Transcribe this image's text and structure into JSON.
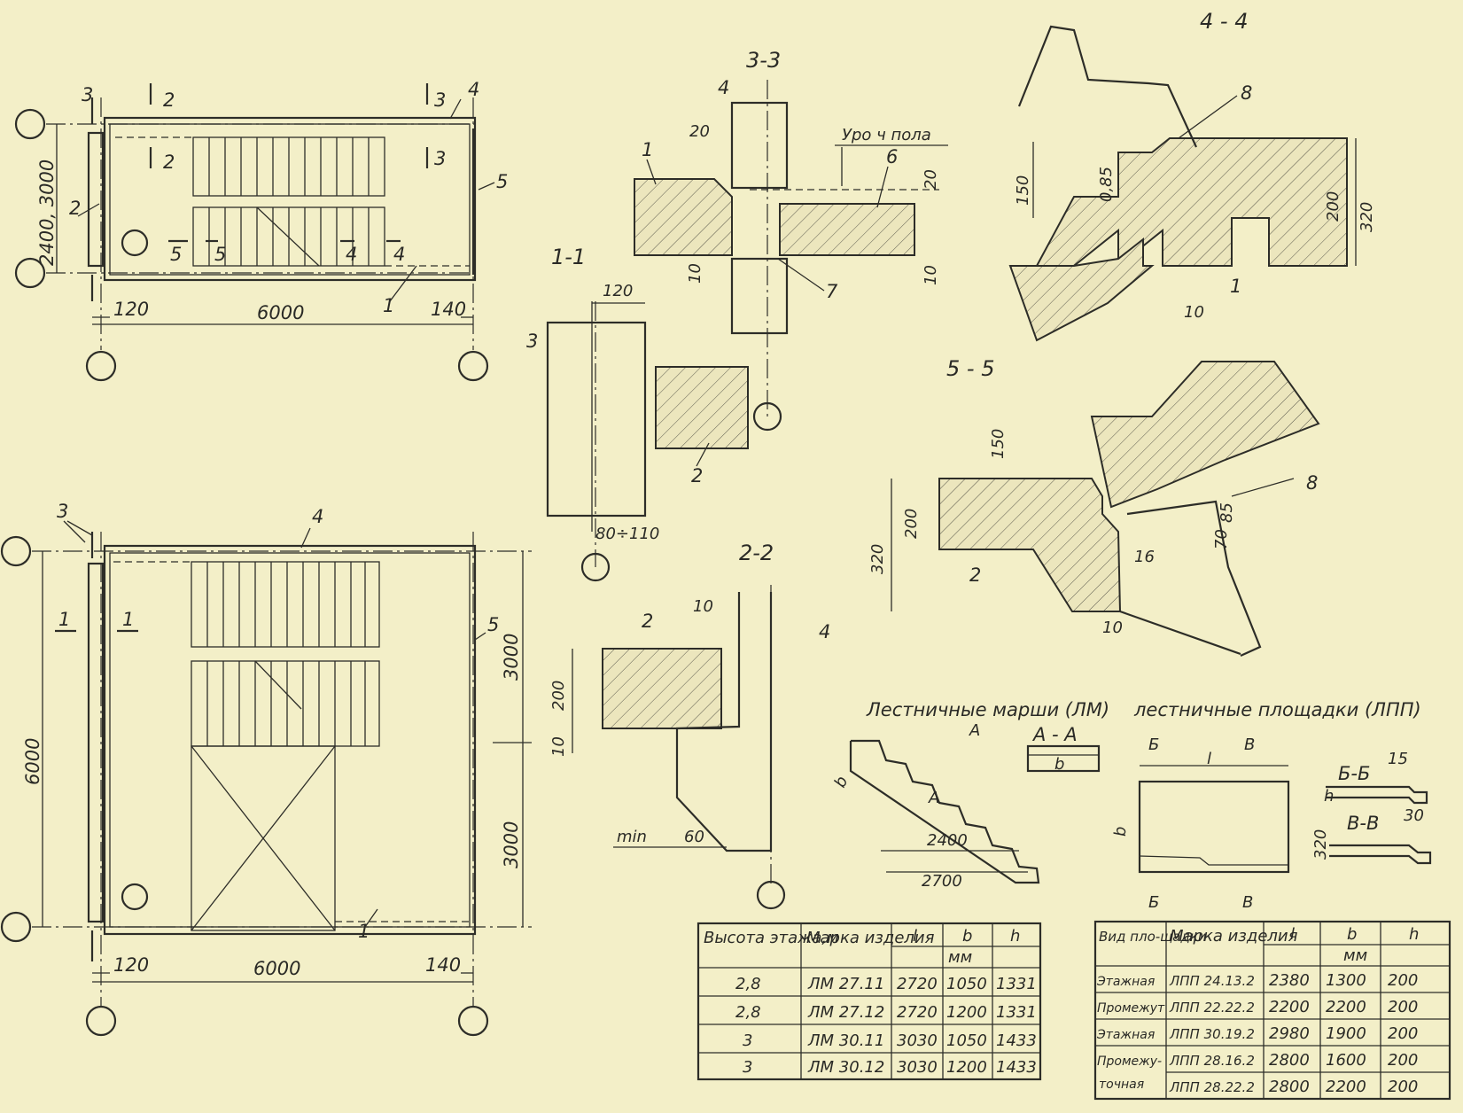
{
  "sections": {
    "s33": "3-3",
    "s11": "1-1",
    "s22": "2-2",
    "s44": "4 - 4",
    "s55": "5 - 5",
    "sAA": "A - A",
    "sBB": "Б-Б",
    "sVV": "В-В"
  },
  "callouts": {
    "n1": "1",
    "n2": "2",
    "n3": "3",
    "n4": "4",
    "n5": "5",
    "n6": "6",
    "n7": "7",
    "n8": "8",
    "cutA": "A",
    "cutB": "Б",
    "cutV": "В",
    "cutL": "l",
    "cutb": "b",
    "cuth": "h"
  },
  "dims": {
    "d6000": "6000",
    "d3000": "3000",
    "d2400_3000": "2400, 3000",
    "d120": "120",
    "d140": "140",
    "d20": "20",
    "d10": "10",
    "d80_110": "80÷110",
    "d200": "200",
    "d150": "150",
    "d320": "320",
    "d085": "0,85",
    "d85": "85",
    "d16": "16",
    "d60": "60",
    "dmin": "min",
    "d2400": "2400",
    "d2700": "2700",
    "d15": "15",
    "d30": "30",
    "d70": "70",
    "floor_note": "Уро ч пола"
  },
  "headings": {
    "marches": "Лестничные марши (ЛМ)",
    "landings": "лестничные площадки (ЛПП)"
  },
  "table_marches": {
    "headers": [
      "Высота этажа,м",
      "Марка изделия",
      "l",
      "b",
      "h"
    ],
    "unit": "мм",
    "rows": [
      [
        "2,8",
        "ЛМ 27.11",
        "2720",
        "1050",
        "1331"
      ],
      [
        "2,8",
        "ЛМ 27.12",
        "2720",
        "1200",
        "1331"
      ],
      [
        "3",
        "ЛМ 30.11",
        "3030",
        "1050",
        "1433"
      ],
      [
        "3",
        "ЛМ 30.12",
        "3030",
        "1200",
        "1433"
      ]
    ]
  },
  "table_landings": {
    "headers": [
      "Вид пло-щадки",
      "Марка изделия",
      "l",
      "b",
      "h"
    ],
    "unit": "мм",
    "rows": [
      [
        "Этажная",
        "ЛПП 24.13.2",
        "2380",
        "1300",
        "200"
      ],
      [
        "Промежут",
        "ЛПП 22.22.2",
        "2200",
        "2200",
        "200"
      ],
      [
        "Этажная",
        "ЛПП 30.19.2",
        "2980",
        "1900",
        "200"
      ],
      [
        "Промежу-",
        "ЛПП 28.16.2",
        "2800",
        "1600",
        "200"
      ],
      [
        "точная",
        "ЛПП 28.22.2",
        "2800",
        "2200",
        "200"
      ]
    ]
  }
}
